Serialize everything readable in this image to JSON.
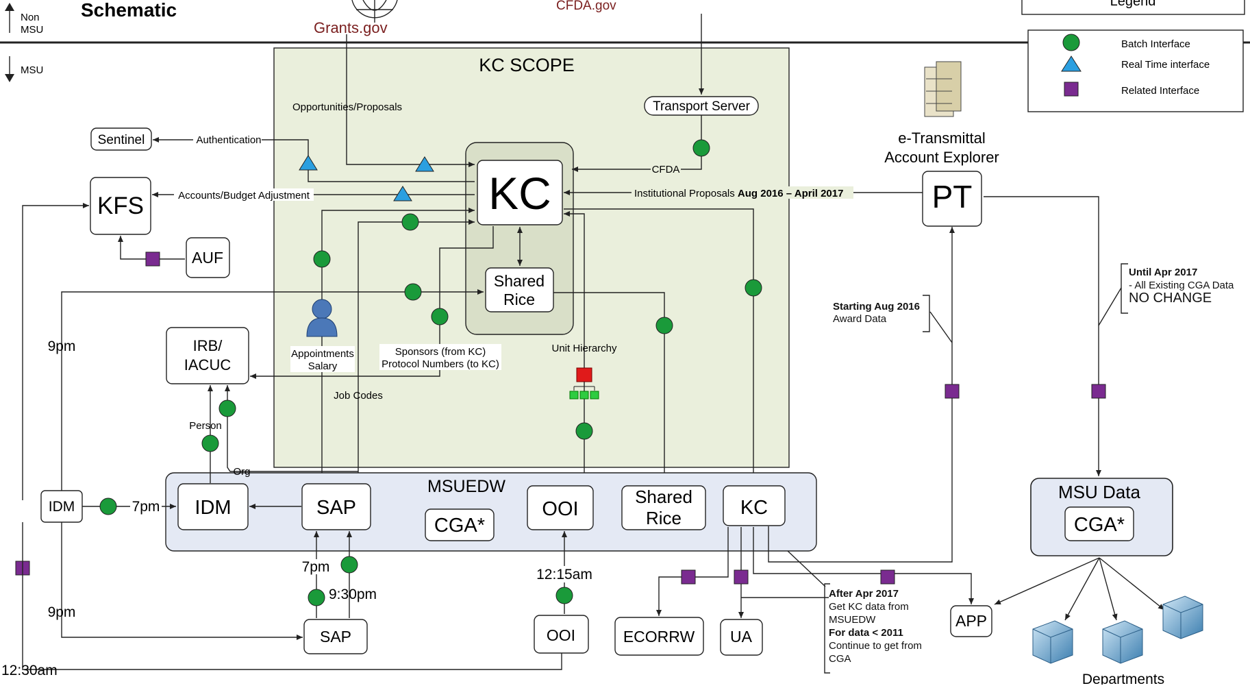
{
  "header": {
    "non_msu_label": "Non MSU",
    "msu_label": "MSU",
    "title": "Schematic",
    "grants_gov": "Grants.gov",
    "cfda_gov": "CFDA.gov",
    "non_msu_arrow_icon": "up-arrow-icon",
    "msu_arrow_icon": "down-arrow-icon"
  },
  "legend": {
    "title": "Legend",
    "items": [
      {
        "label": "Batch Interface",
        "icon": "green-circle-icon",
        "color": "#1a9a3a"
      },
      {
        "label": "Real Time interface",
        "icon": "blue-triangle-icon",
        "color": "#2b9fe0"
      },
      {
        "label": "Related Interface",
        "icon": "purple-square-icon",
        "color": "#7a2b90"
      }
    ]
  },
  "kc_scope": {
    "title": "KC SCOPE",
    "kc": "KC",
    "shared_rice": [
      "Shared",
      "Rice"
    ],
    "transport_server": "Transport Server",
    "opportunities": "Opportunities/Proposals",
    "cfda": "CFDA",
    "institutional_proposals": "Institutional Proposals",
    "institutional_dates": "Aug 2016 – April 2017",
    "appointments": [
      "Appointments",
      "Salary"
    ],
    "sponsors": [
      "Sponsors (from KC)",
      "Protocol Numbers (to KC)"
    ],
    "job_codes": "Job Codes",
    "unit_hierarchy": "Unit Hierarchy"
  },
  "left": {
    "sentinel": "Sentinel",
    "authentication": "Authentication",
    "kfs": "KFS",
    "accounts_budget": "Accounts/Budget Adjustment",
    "auf": "AUF",
    "irb": [
      "IRB/",
      "IACUC"
    ],
    "person": "Person",
    "org": "Org",
    "idm_outer": "IDM",
    "time_9pm_a": "9pm",
    "time_9pm_b": "9pm",
    "time_1230am": "12:30am",
    "time_7pm_a": "7pm",
    "time_7pm_b": "7pm",
    "time_930pm": "9:30pm",
    "time_1215am": "12:15am"
  },
  "msuedw": {
    "title": "MSUEDW",
    "idm": "IDM",
    "sap": "SAP",
    "cga": "CGA*",
    "ooi": "OOI",
    "shared_rice": [
      "Shared",
      "Rice"
    ],
    "kc": "KC"
  },
  "bottom": {
    "sap": "SAP",
    "ooi": "OOI",
    "ecorrw": "ECORRW",
    "ua": "UA",
    "app": "APP",
    "departments": "Departments"
  },
  "right": {
    "etransmittal": [
      "e-Transmittal",
      "Account Explorer"
    ],
    "pt": "PT",
    "starting_bold": "Starting Aug 2016",
    "starting_text": "Award Data",
    "until_bold": "Until Apr 2017",
    "until_text": "- All Existing CGA Data",
    "no_change": "NO CHANGE",
    "msu_data": "MSU Data",
    "cga": "CGA*",
    "after_bold": "After Apr 2017",
    "after_text1": "Get KC data from",
    "after_text2": "MSUEDW",
    "for_bold": "For data < 2011",
    "for_text1": "Continue to get from",
    "for_text2": "CGA"
  },
  "colors": {
    "scope_fill": "#eaefdc",
    "msuedw_fill": "#e4e9f4",
    "batch": "#1a9a3a",
    "realtime": "#2b9fe0",
    "related": "#7a2b90",
    "grants_text": "#7a1f1f"
  }
}
